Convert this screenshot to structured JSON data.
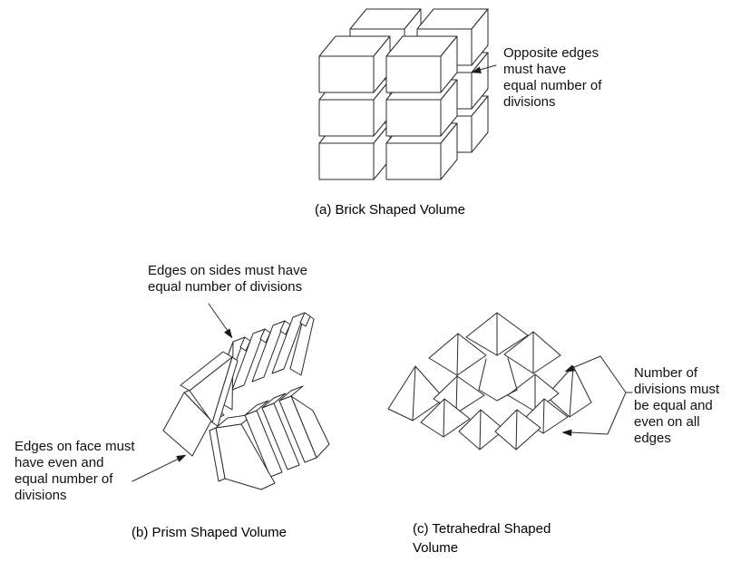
{
  "page": {
    "background": "#ffffff",
    "line_color": "#2a2a2a",
    "text_color": "#111111"
  },
  "figures": {
    "brick": {
      "caption": "(a) Brick Shaped Volume",
      "annotation": "Opposite edges\nmust have\nequal number of\ndivisions"
    },
    "prism": {
      "caption": "(b) Prism Shaped Volume",
      "annotation_sides": "Edges on sides must have\nequal number of divisions",
      "annotation_face": "Edges on face must\nhave even and\nequal number of\ndivisions"
    },
    "tetra": {
      "caption": "(c) Tetrahedral Shaped\nVolume",
      "annotation": "Number of\ndivisions must\nbe equal and\neven on all\nedges"
    }
  }
}
